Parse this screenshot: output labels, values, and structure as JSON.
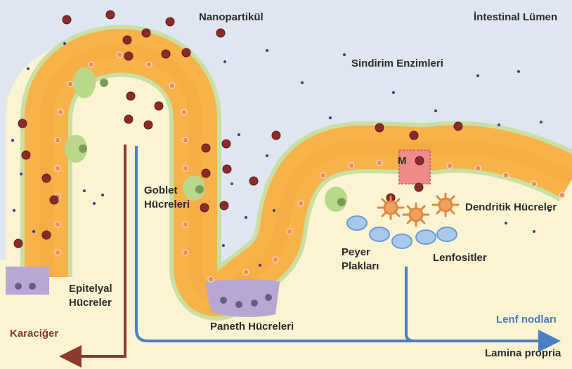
{
  "labels": {
    "nanoparticle": "Nanopartikül",
    "lumen": "İntestinal Lümen",
    "enzymes": "Sindirim Enzimleri",
    "goblet_line1": "Goblet",
    "goblet_line2": "Hücreleri",
    "m_cell": "M",
    "dendritic": "Dendritik Hücreler",
    "peyer_line1": "Peyer",
    "peyer_line2": "Plakları",
    "lymphocytes": "Lenfositler",
    "epithelial_line1": "Epitelyal",
    "epithelial_line2": "Hücreler",
    "paneth": "Paneth Hücreleri",
    "lymph_nodes": "Lenf nodları",
    "liver": "Karaciğer",
    "lamina": "Lamina propria"
  },
  "colors": {
    "lumen": "#dfe6ef",
    "lamina": "#fbf4d2",
    "enterocyte": "#f7b24a",
    "microvilli": "#c9dfa4",
    "goblet": "#b9d88a",
    "paneth": "#b7a7d3",
    "m_cell": "#ee8c8c",
    "nucleus": "#ef8b5f",
    "nanoparticle": "#8c2a2a",
    "enzyme_dot": "#3c3c8c",
    "lymphocyte": "#a9c9ec",
    "dendritic": "#f0a060",
    "lymph_arrow": "#4a7fc4",
    "liver_arrow": "#8c3a2c"
  }
}
